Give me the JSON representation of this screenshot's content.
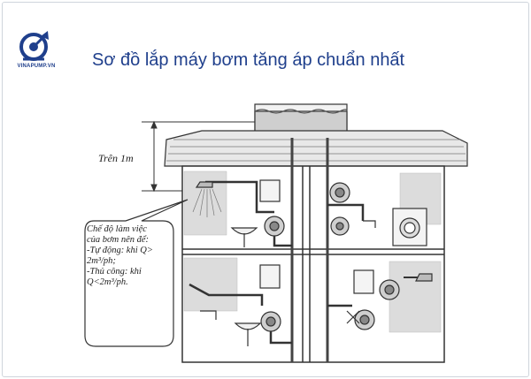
{
  "brand": {
    "logo_text": "VINAPUMP.VN"
  },
  "title": "Sơ đồ lắp máy bơm tăng áp chuẩn nhất",
  "height_label": "Trên 1m",
  "note": {
    "line1": "Chế độ làm việc",
    "line2": "của bơm nên để:",
    "line3": "-Tự động: khi Q>",
    "line4": "2m³/ph;",
    "line5": "-Thủ công: khi",
    "line6": "Q<2m³/ph."
  },
  "colors": {
    "brand": "#1f3f8c",
    "line": "#333333",
    "tile": "#d9d9d9"
  }
}
